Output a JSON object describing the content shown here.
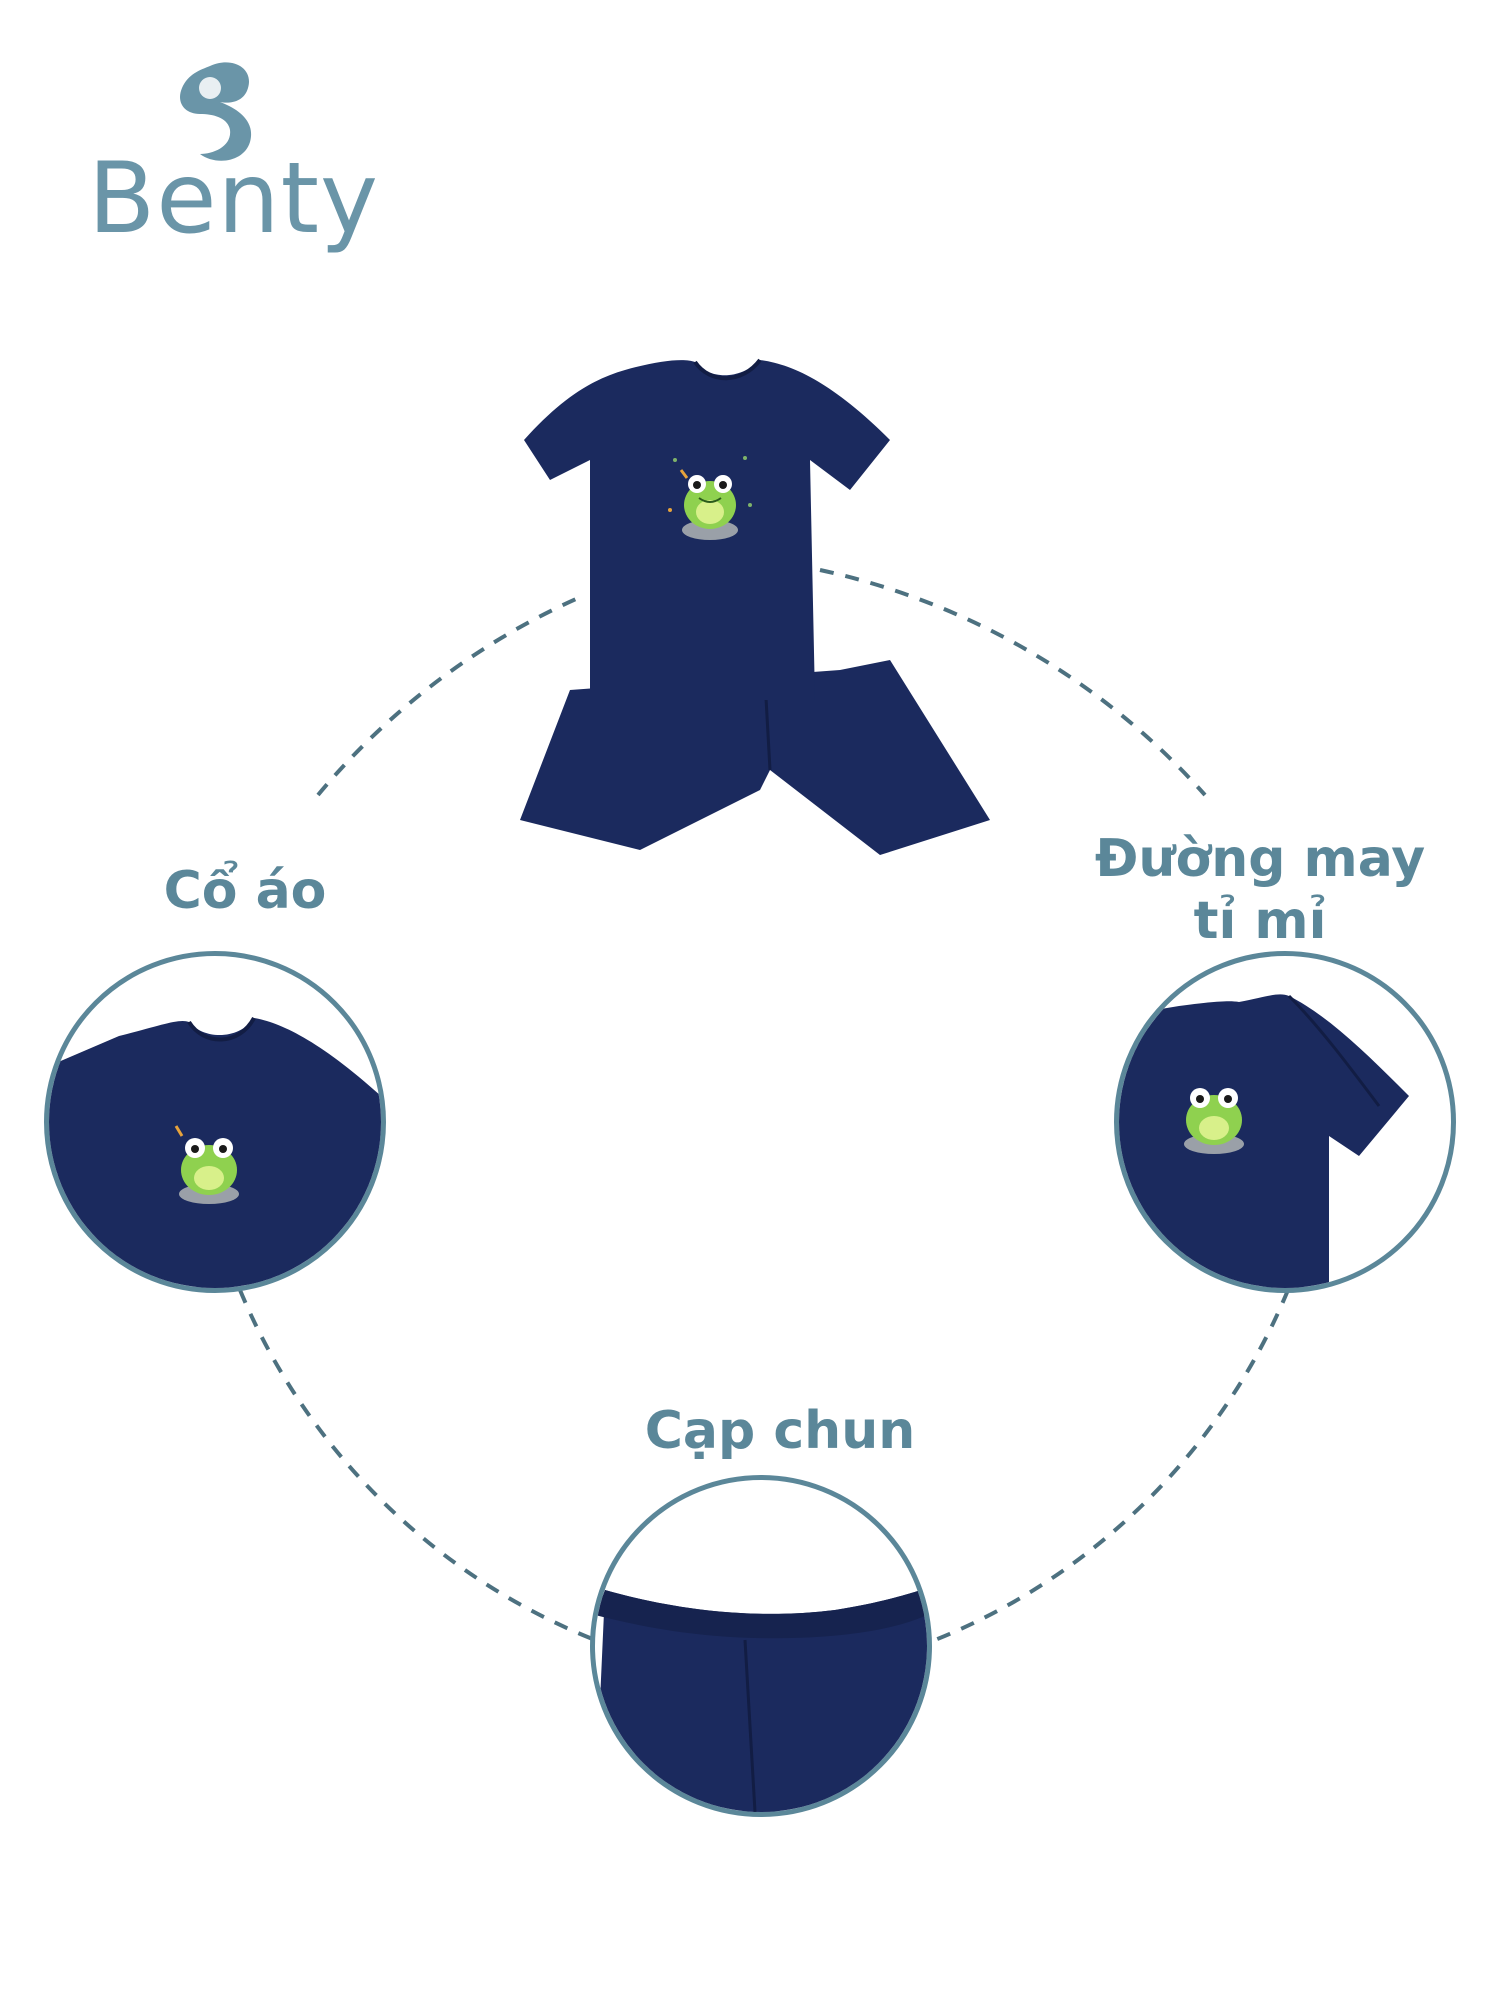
{
  "brand": {
    "name": "Benty",
    "logo_icon": "butterfly-b-logo-icon",
    "color": "#6a95a8"
  },
  "colors": {
    "accent": "#5b8799",
    "garment": "#1b2a5e",
    "frog": "#8fd14f"
  },
  "features": [
    {
      "id": "collar",
      "label": "Cổ áo"
    },
    {
      "id": "seam",
      "label_line1": "Đường may",
      "label_line2": "tỉ mỉ"
    },
    {
      "id": "waistband",
      "label": "Cạp chun"
    }
  ]
}
